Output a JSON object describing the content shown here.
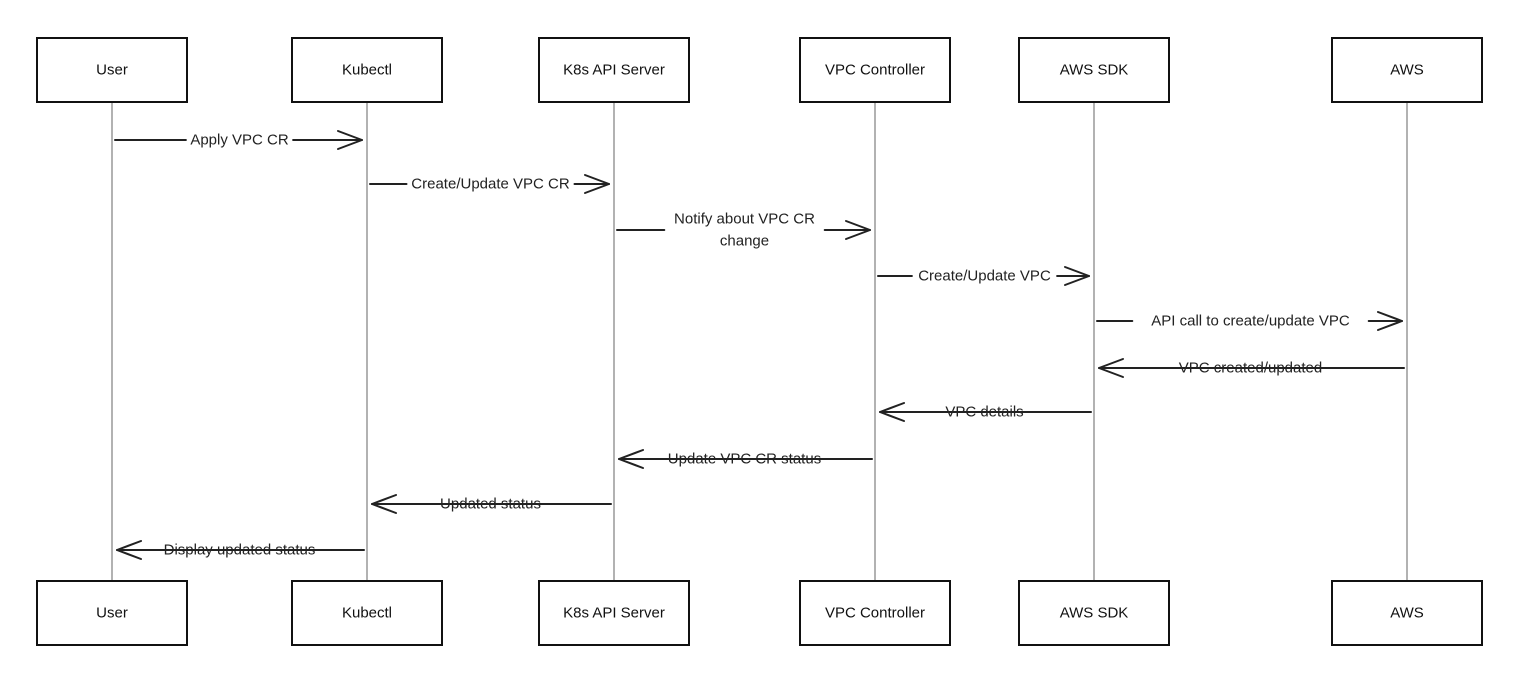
{
  "participants": [
    {
      "id": "user",
      "label": "User"
    },
    {
      "id": "kubectl",
      "label": "Kubectl"
    },
    {
      "id": "api",
      "label": "K8s API Server"
    },
    {
      "id": "ctrl",
      "label": "VPC Controller"
    },
    {
      "id": "sdk",
      "label": "AWS SDK"
    },
    {
      "id": "aws",
      "label": "AWS"
    }
  ],
  "messages": [
    {
      "from": "user",
      "to": "kubectl",
      "lines": [
        "Apply VPC CR"
      ]
    },
    {
      "from": "kubectl",
      "to": "api",
      "lines": [
        "Create/Update VPC CR"
      ]
    },
    {
      "from": "api",
      "to": "ctrl",
      "lines": [
        "Notify about VPC CR",
        "change"
      ]
    },
    {
      "from": "ctrl",
      "to": "sdk",
      "lines": [
        "Create/Update VPC"
      ]
    },
    {
      "from": "sdk",
      "to": "aws",
      "lines": [
        "API call to create/update VPC"
      ]
    },
    {
      "from": "aws",
      "to": "sdk",
      "lines": [
        "VPC created/updated"
      ]
    },
    {
      "from": "sdk",
      "to": "ctrl",
      "lines": [
        "VPC details"
      ]
    },
    {
      "from": "ctrl",
      "to": "api",
      "lines": [
        "Update VPC CR status"
      ]
    },
    {
      "from": "api",
      "to": "kubectl",
      "lines": [
        "Updated status"
      ]
    },
    {
      "from": "kubectl",
      "to": "user",
      "lines": [
        "Display updated status"
      ]
    }
  ]
}
